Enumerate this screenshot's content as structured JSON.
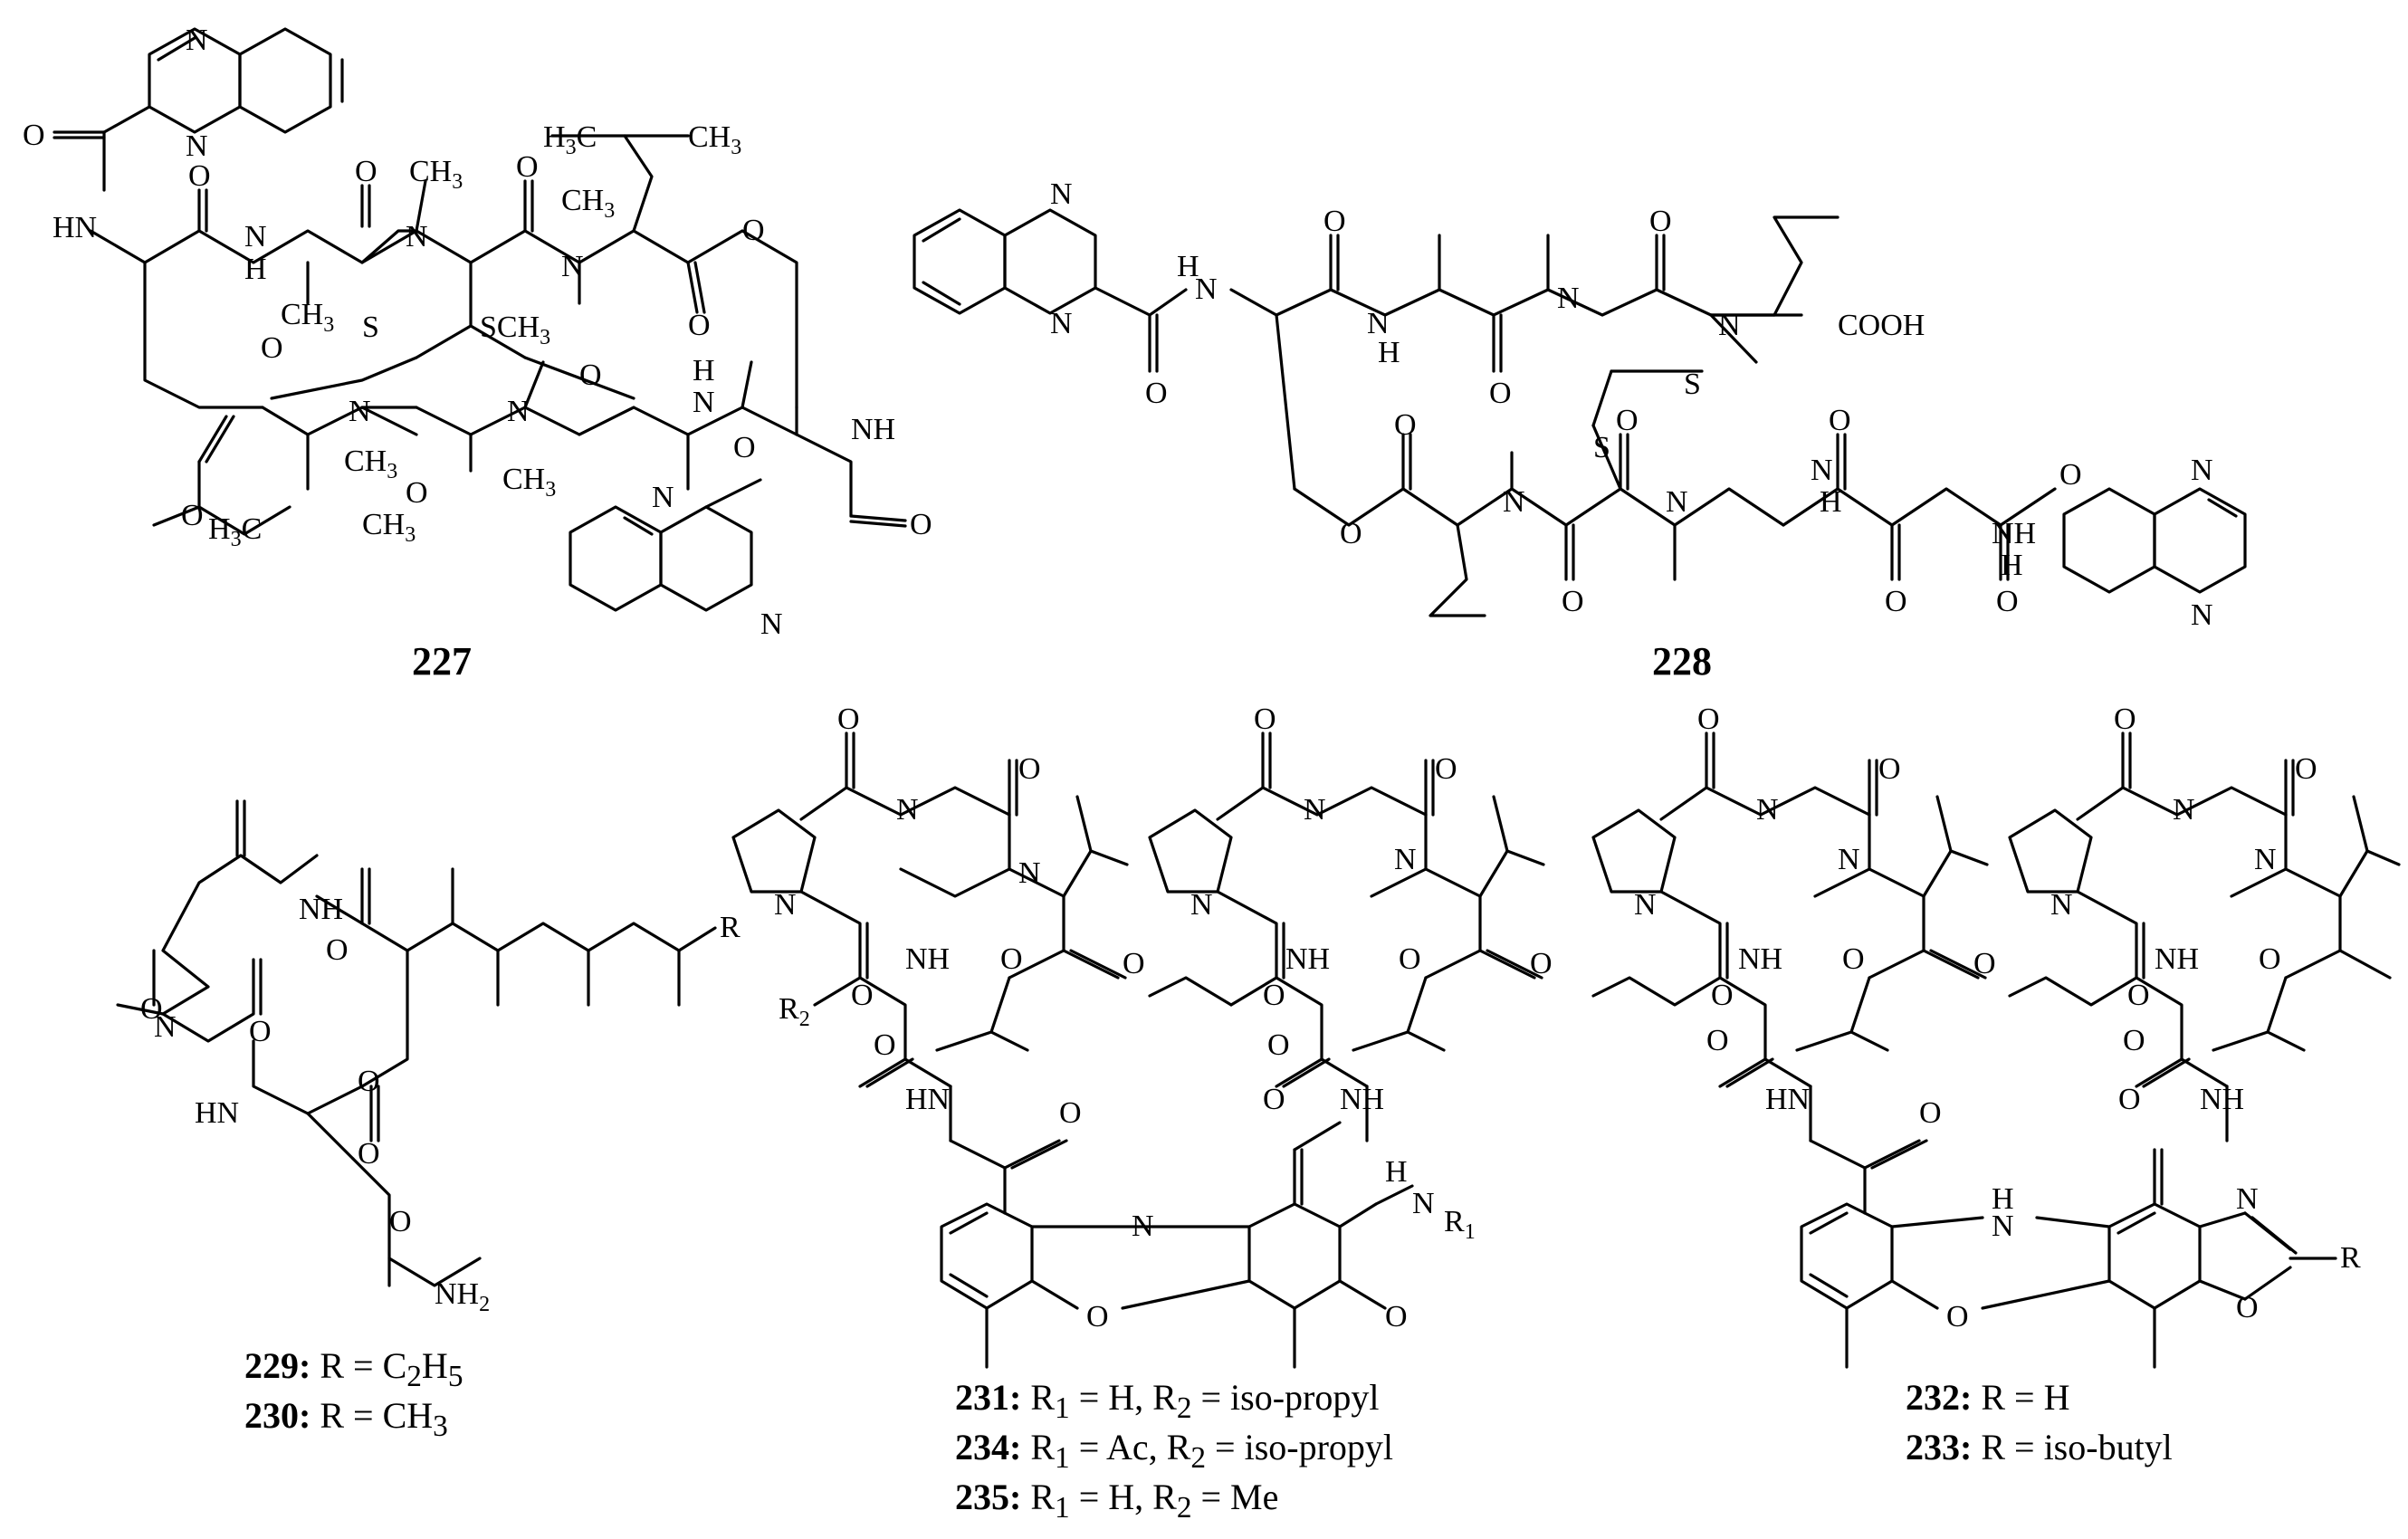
{
  "atoms": {
    "N": "N",
    "O": "O",
    "S": "S",
    "H": "H",
    "HN": "HN",
    "NH": "NH",
    "CH3": "CH",
    "sub3": "3",
    "H3C": "H",
    "C3": "C",
    "SCH3": "SCH",
    "COOH": "COOH",
    "NH2": "NH",
    "sub2": "2",
    "R": "R",
    "R1": "R",
    "sub1": "1",
    "R2": "R"
  },
  "compounds": {
    "c227": "227",
    "c228": "228",
    "c229": "229:",
    "c230": "230:",
    "c231": "231:",
    "c232": "232:",
    "c233": "233:",
    "c234": "234:",
    "c235": "235:"
  },
  "captions": {
    "c229_text": "R = C",
    "c229_sub": "2",
    "c229_tail": "H",
    "c229_sub2": "5",
    "c230_text": "R = CH",
    "c230_sub": "3",
    "c231_text": "R",
    "c231_sub1": "1",
    "c231_mid": " = H, R",
    "c231_sub2": "2",
    "c231_tail": " = iso-propyl",
    "c234_text": "R",
    "c234_sub1": "1",
    "c234_mid": " = Ac, R",
    "c234_sub2": "2",
    "c234_tail": " = iso-propyl",
    "c235_text": "R",
    "c235_sub1": "1",
    "c235_mid": " = H, R",
    "c235_sub2": "2",
    "c235_tail": " = Me",
    "c232_text": "R = H",
    "c233_text": "R = iso-butyl"
  }
}
